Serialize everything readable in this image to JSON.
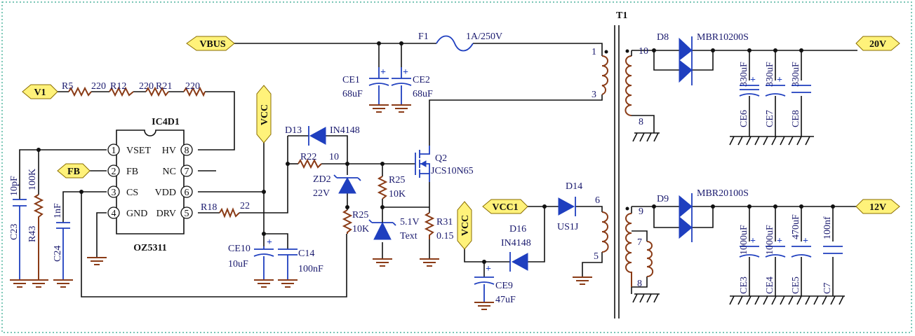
{
  "transformer": {
    "ref": "T1",
    "pins": {
      "p1": "1",
      "p3": "3",
      "p6": "6",
      "p5": "5",
      "p10": "10",
      "p8a": "8",
      "p9": "9",
      "p7": "7",
      "p8b": "8"
    }
  },
  "nets": {
    "vbus": "VBUS",
    "v1": "V1",
    "fb": "FB",
    "vcc_top": "VCC",
    "vcc_bottom": "VCC",
    "vcc1": "VCC1",
    "out20": "20V",
    "out12": "12V"
  },
  "ic": {
    "ref": "IC4D1",
    "part": "OZ5311",
    "left_pins": [
      {
        "num": "1",
        "name": "VSET"
      },
      {
        "num": "2",
        "name": "FB"
      },
      {
        "num": "3",
        "name": "CS"
      },
      {
        "num": "4",
        "name": "GND"
      }
    ],
    "right_pins": [
      {
        "num": "8",
        "name": "HV"
      },
      {
        "num": "7",
        "name": "NC"
      },
      {
        "num": "6",
        "name": "VDD"
      },
      {
        "num": "5",
        "name": "DRV"
      }
    ]
  },
  "resistors": {
    "r5": {
      "ref": "R5",
      "val": "220"
    },
    "r12": {
      "ref": "R12",
      "val": "220"
    },
    "r21": {
      "ref": "R21",
      "val": "220"
    },
    "r43": {
      "ref": "R43",
      "val": "100K"
    },
    "r18": {
      "ref": "R18",
      "val": "22"
    },
    "r22": {
      "ref": "R22",
      "val": "10"
    },
    "r25a": {
      "ref": "R25",
      "val": "10K"
    },
    "r25b": {
      "ref": "R25",
      "val": "10K"
    },
    "r31": {
      "ref": "R31",
      "val": "0.15"
    }
  },
  "capacitors": {
    "c23": {
      "ref": "C23",
      "val": "10pF"
    },
    "c24": {
      "ref": "C24",
      "val": "1nF"
    },
    "ce10": {
      "ref": "CE10",
      "val": "10uF"
    },
    "c14": {
      "ref": "C14",
      "val": "100nF"
    },
    "ce1": {
      "ref": "CE1",
      "val": "68uF"
    },
    "ce2": {
      "ref": "CE2",
      "val": "68uF"
    },
    "ce9": {
      "ref": "CE9",
      "val": "47uF"
    },
    "ce6": {
      "ref": "CE6",
      "val": "330uF"
    },
    "ce7": {
      "ref": "CE7",
      "val": "330uF"
    },
    "ce8": {
      "ref": "CE8",
      "val": "330uF"
    },
    "ce3": {
      "ref": "CE3",
      "val": "1000uF"
    },
    "ce4": {
      "ref": "CE4",
      "val": "1000uF"
    },
    "ce5": {
      "ref": "CE5",
      "val": "470uF"
    },
    "c7": {
      "ref": "C7",
      "val": "100nf"
    }
  },
  "diodes": {
    "d13": {
      "ref": "D13",
      "val": "IN4148"
    },
    "zd2": {
      "ref": "ZD2",
      "val": "22V"
    },
    "zd_51": {
      "line1": "5.1V",
      "line2": "Text"
    },
    "d14": {
      "ref": "D14",
      "val": "US1J"
    },
    "d16": {
      "ref": "D16",
      "val": "IN4148"
    },
    "d8": {
      "ref": "D8",
      "val": "MBR10200S"
    },
    "d9": {
      "ref": "D9",
      "val": "MBR20100S"
    }
  },
  "fuse": {
    "ref": "F1",
    "val": "1A/250V"
  },
  "mosfet": {
    "ref": "Q2",
    "val": "JCS10N65"
  }
}
